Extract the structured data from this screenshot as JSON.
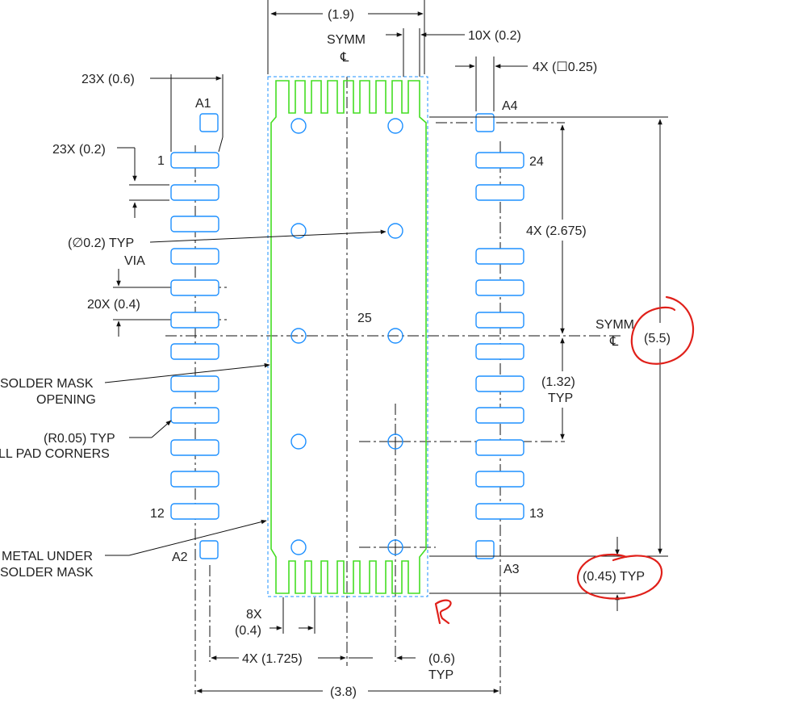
{
  "labels": {
    "top_dim": "(1.9)",
    "symm_top": "SYMM",
    "cl_top": "℄",
    "via_count": "10X (0.2)",
    "square_pad": "4X (☐0.25)",
    "pad_width": "23X (0.6)",
    "a1": "A1",
    "a4": "A4",
    "pad_height": "23X (0.2)",
    "pin1": "1",
    "pin24": "24",
    "pitch_vertical": "4X (2.675)",
    "via_dia_line1": "(∅0.2) TYP",
    "via_dia_line2": "VIA",
    "pitch_20x": "20X (0.4)",
    "pin25": "25",
    "symm_right": "SYMM",
    "cl_right": "℄",
    "overall_height": "(5.5)",
    "solder_mask_line1": "SOLDER MASK",
    "solder_mask_line2": "OPENING",
    "via_pitch_line1": "(1.32)",
    "via_pitch_line2": "TYP",
    "corner_line1": "(R0.05) TYP",
    "corner_line2": "LL PAD CORNERS",
    "pin12": "12",
    "pin13": "13",
    "a2": "A2",
    "a3": "A3",
    "metal_line1": "METAL UNDER",
    "metal_line2": "SOLDER MASK",
    "edge_dim": "(0.45) TYP",
    "finger_line1": "8X",
    "finger_line2": "(0.4)",
    "pitch_bottom": "4X (1.725)",
    "pitch_bottom_right_line1": "(0.6)",
    "pitch_bottom_right_line2": "TYP",
    "overall_width": "(3.8)"
  },
  "colors": {
    "pad_outline": "#1e90ff",
    "solder_mask": "#44dd22",
    "annotation_red": "#e0201a",
    "dimension_lines": "#111111"
  }
}
